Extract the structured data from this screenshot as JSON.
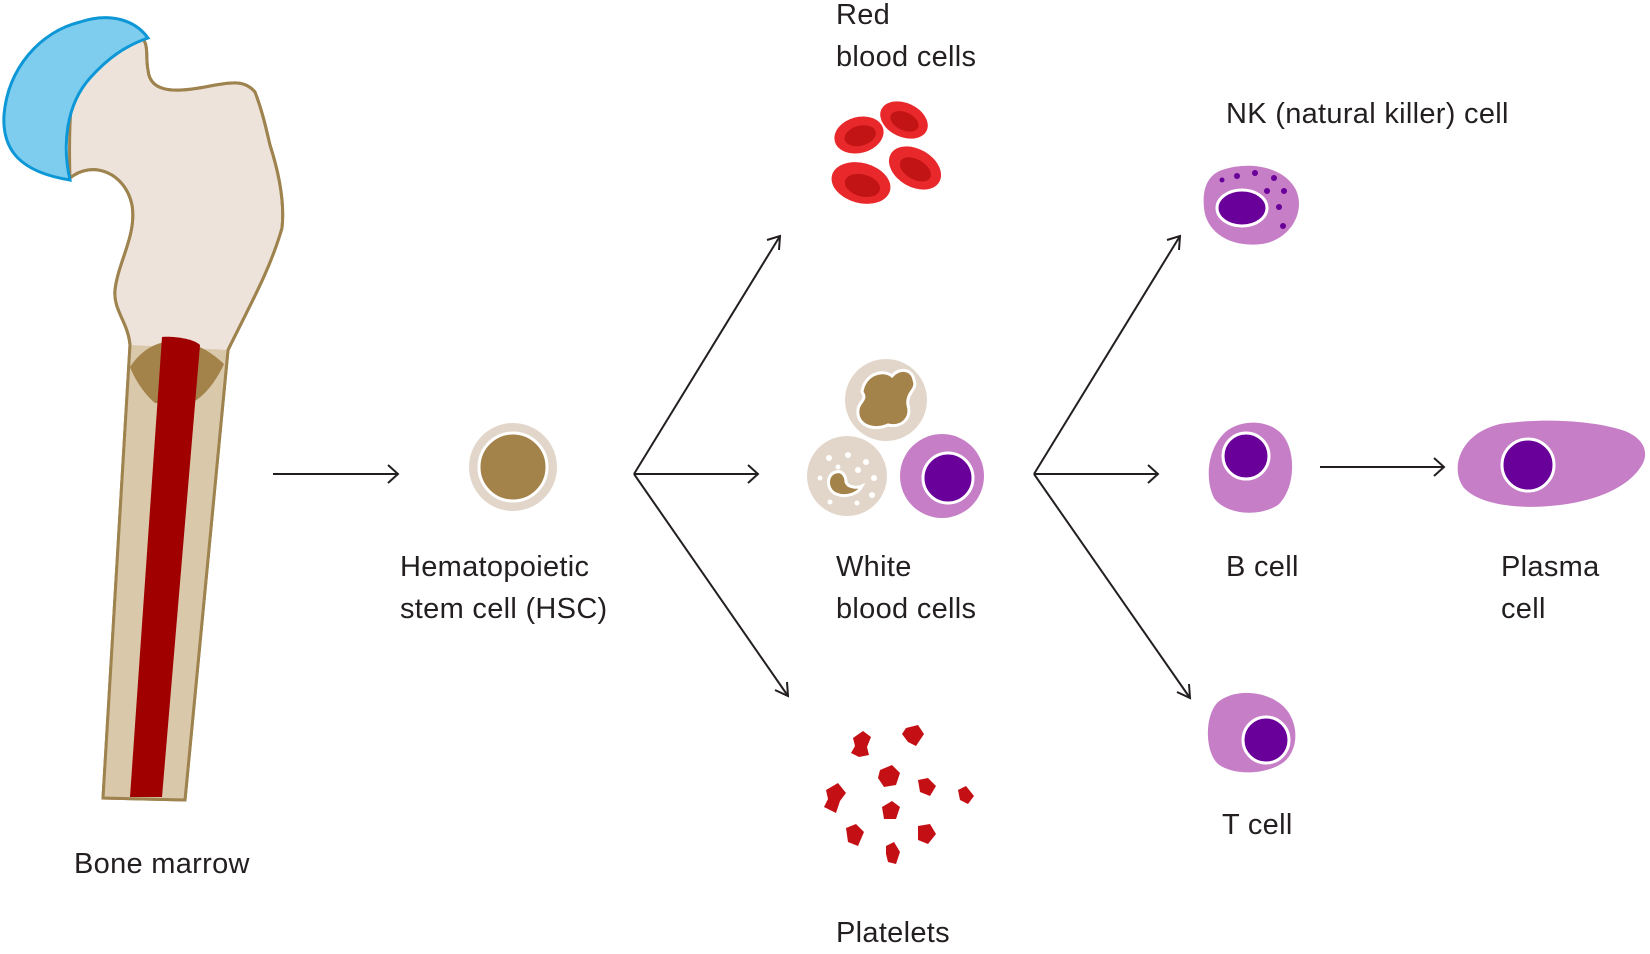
{
  "labels": {
    "bone_marrow": "Bone marrow",
    "hsc": [
      "Hematopoietic",
      "stem cell (HSC)"
    ],
    "red_blood_cells": [
      "Red",
      "blood cells"
    ],
    "white_blood_cells": [
      "White",
      "blood cells"
    ],
    "platelets": "Platelets",
    "nk_cell": "NK (natural killer) cell",
    "b_cell": "B cell",
    "t_cell": "T cell",
    "plasma_cell": [
      "Plasma",
      "cell"
    ]
  },
  "colors": {
    "bone_fill": "#ede3da",
    "bone_outline": "#9e834f",
    "cartilage": "#7ecdef",
    "cartilage_outline": "#0d97d6",
    "marrow_red": "#a10000",
    "shaft_fill": "#d9c8aa",
    "hsc_outer": "#e2d6ca",
    "hsc_nucleus": "#a4834b",
    "rbc_outer": "#e8282a",
    "rbc_inner": "#c21414",
    "platelet": "#c41015",
    "lymph_cytoplasm": "#c67ec6",
    "lymph_nucleus": "#680099",
    "arrow": "#231f20"
  }
}
